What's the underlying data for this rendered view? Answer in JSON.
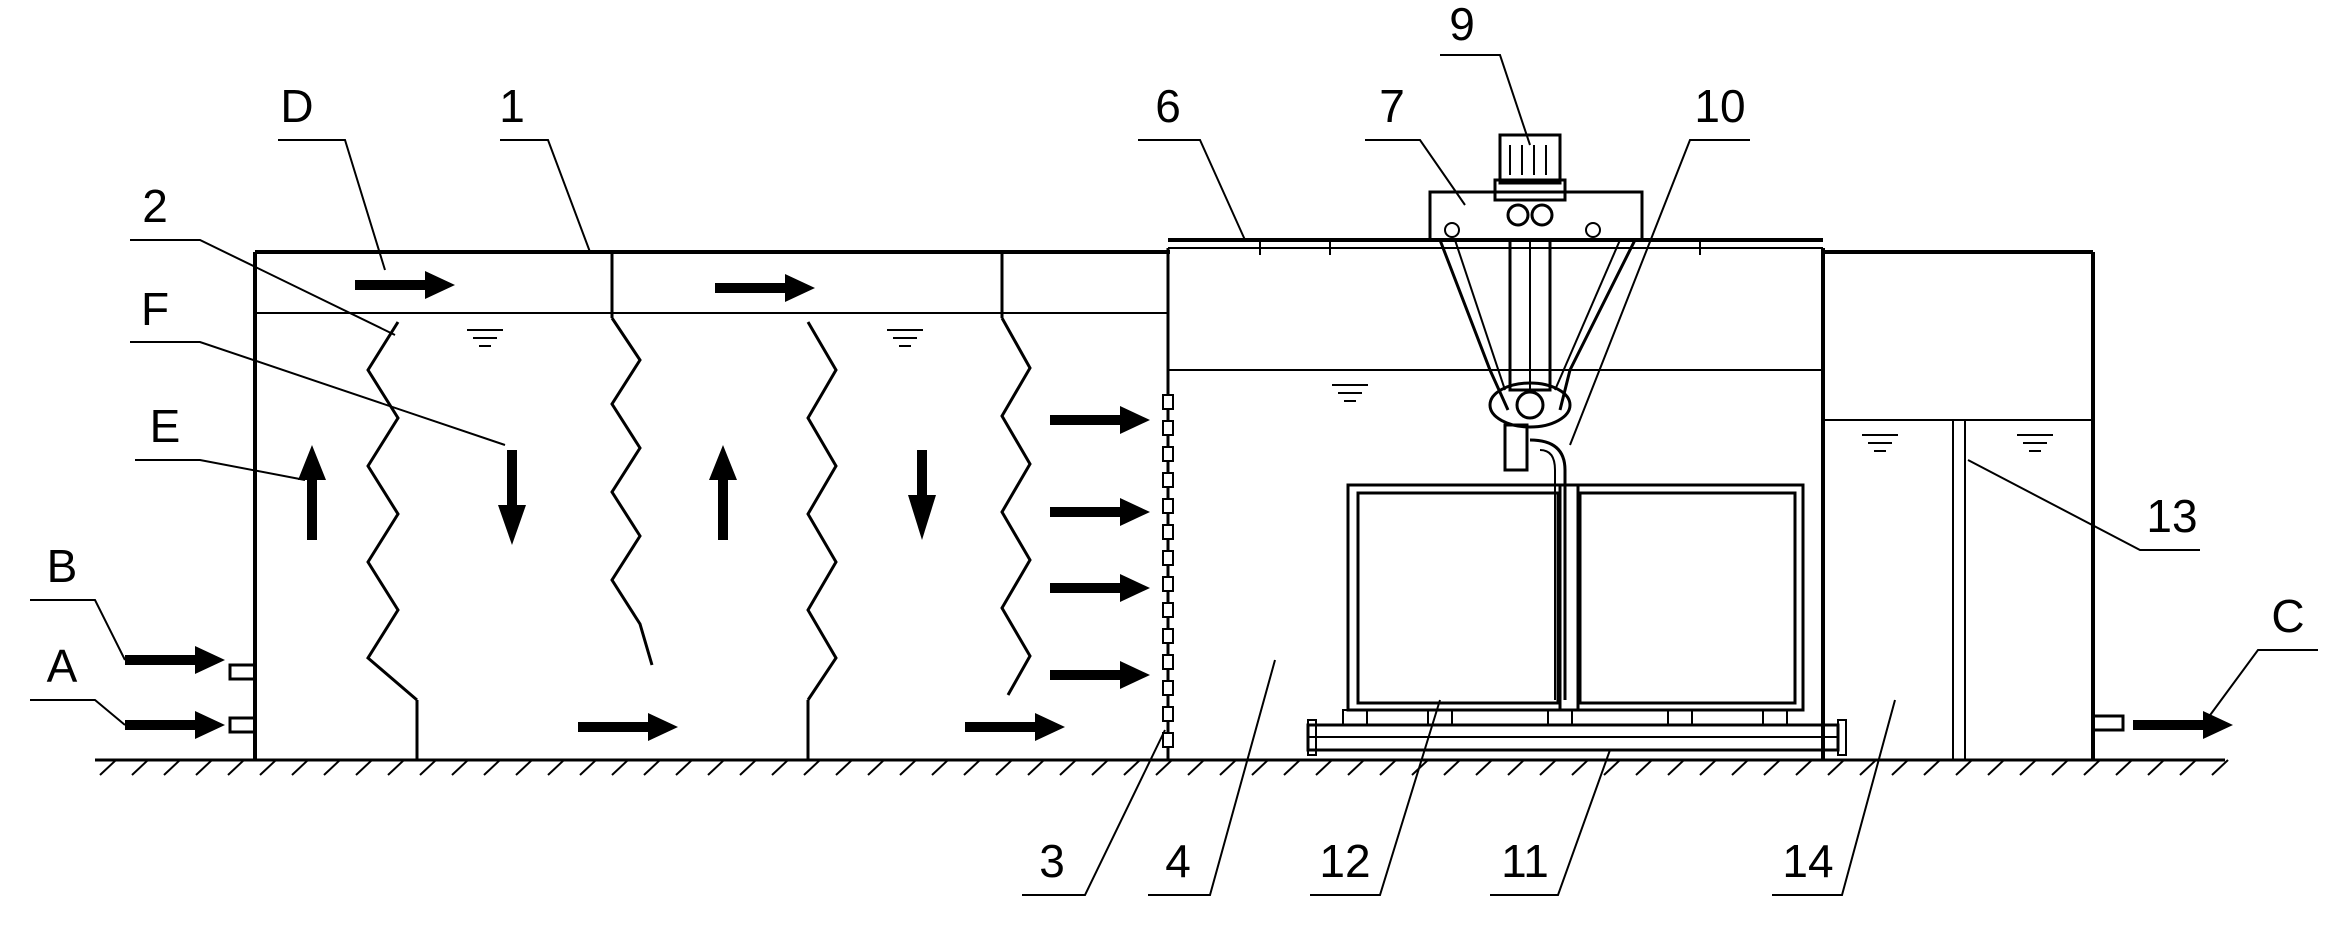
{
  "labels": {
    "A": "A",
    "B": "B",
    "C": "C",
    "D": "D",
    "E": "E",
    "F": "F",
    "n1": "1",
    "n2": "2",
    "n3": "3",
    "n4": "4",
    "n6": "6",
    "n7": "7",
    "n9": "9",
    "n10": "10",
    "n11": "11",
    "n12": "12",
    "n13": "13",
    "n14": "14"
  },
  "colors": {
    "line": "#000000",
    "background": "#ffffff"
  }
}
